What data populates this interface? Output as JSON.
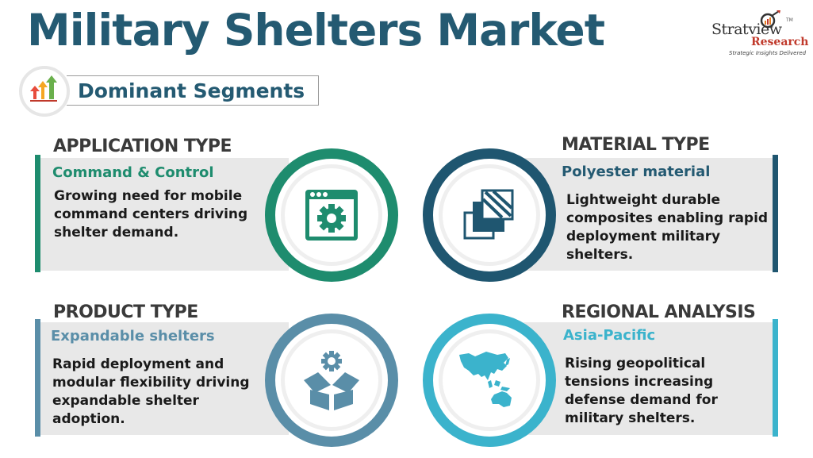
{
  "header": {
    "title": "Military Shelters Market",
    "logo": {
      "name": "Stratview",
      "trademark": "TM",
      "subname": "Research",
      "tagline": "Strategic Insights Delivered"
    }
  },
  "dominant": {
    "label": "Dominant Segments",
    "icon": "growth-arrows-icon"
  },
  "segments": [
    {
      "title": "APPLICATION TYPE",
      "subtitle": "Command & Control",
      "description_lines": [
        "Growing need for mobile",
        "command centers driving",
        "shelter demand."
      ],
      "icon": "browser-gear-icon",
      "color": "#1e8c6e"
    },
    {
      "title": "MATERIAL TYPE",
      "subtitle": "Polyester material",
      "description_lines": [
        "Lightweight durable",
        "composites enabling rapid",
        "deployment military",
        "shelters."
      ],
      "icon": "layered-material-icon",
      "color": "#1f5670"
    },
    {
      "title": "PRODUCT TYPE",
      "subtitle": "Expandable shelters",
      "description_lines": [
        "Rapid deployment and",
        "modular flexibility driving",
        "expandable shelter",
        "adoption."
      ],
      "icon": "box-gear-icon",
      "color": "#5a8ea8"
    },
    {
      "title": "REGIONAL ANALYSIS",
      "subtitle": "Asia-Pacific",
      "description_lines": [
        "Rising geopolitical",
        "tensions increasing",
        "defense demand for",
        "military shelters."
      ],
      "icon": "asia-pacific-map-icon",
      "color": "#3bb3cc"
    }
  ]
}
